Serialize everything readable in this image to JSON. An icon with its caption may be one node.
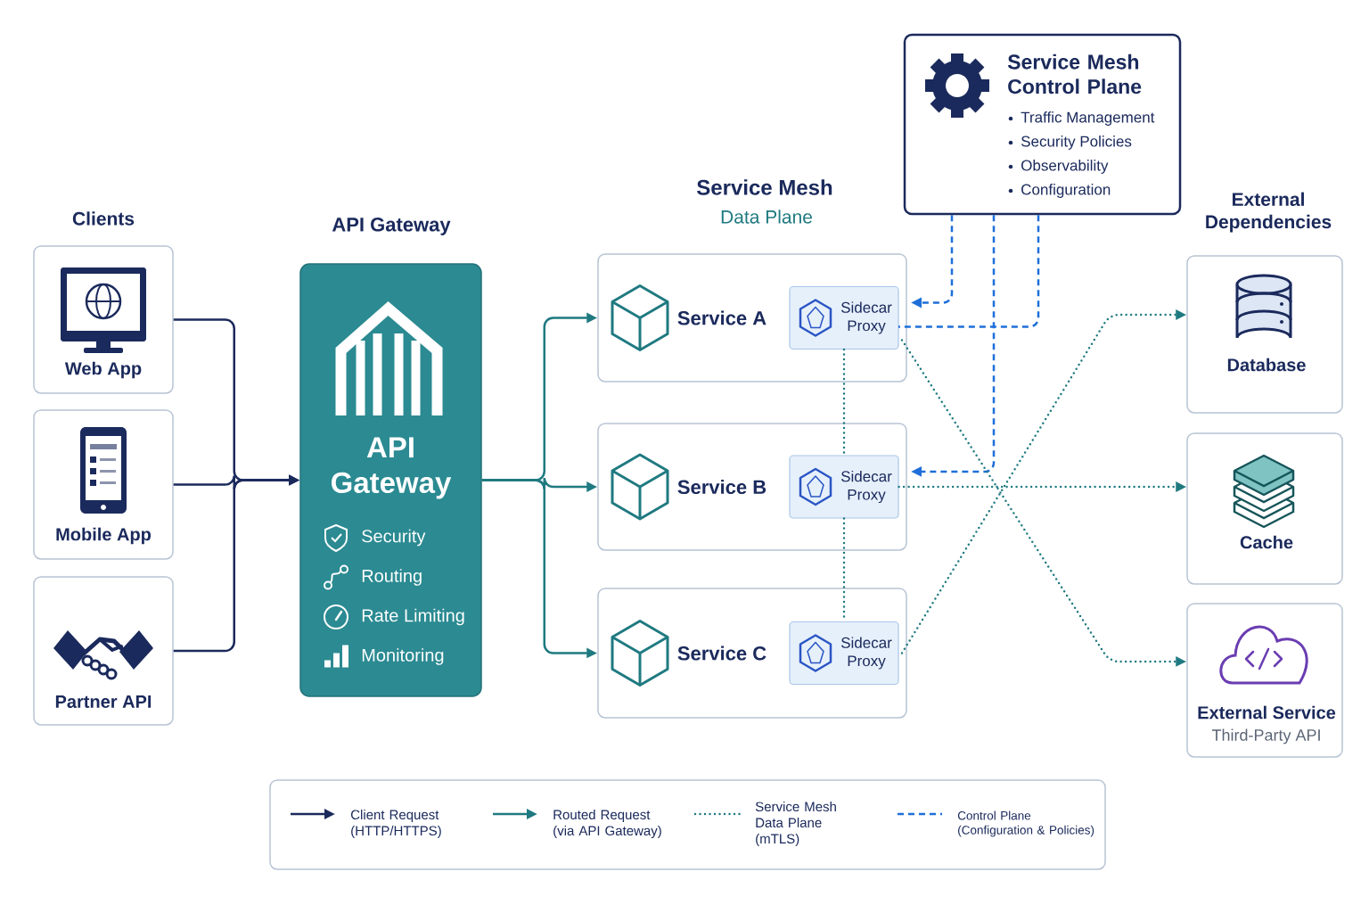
{
  "diagram": {
    "nodes": [
      {
        "text": [
          "Web App"
        ]
      },
      {
        "text": [
          "Mobile App"
        ]
      },
      {
        "text": [
          "Partner API"
        ]
      },
      {
        "text": [
          "API Gateway",
          "Security",
          "Routing",
          "Rate Limiting",
          "Monitoring"
        ]
      },
      {
        "text": [
          "Service A"
        ]
      },
      {
        "text": [
          "Sidecar Proxy"
        ],
        "in": 4
      },
      {
        "text": [
          "Service B"
        ]
      },
      {
        "text": [
          "Sidecar Proxy"
        ],
        "in": 6
      },
      {
        "text": [
          "Service C"
        ]
      },
      {
        "text": [
          "Sidecar Proxy"
        ],
        "in": 8
      },
      {
        "text": [
          "Service Mesh Control Plane",
          "Traffic Management",
          "Security Policies",
          "Observability",
          "Configuration"
        ]
      },
      {
        "text": [
          "Database"
        ]
      },
      {
        "text": [
          "Cache"
        ]
      },
      {
        "text": [
          "External Service",
          "Third-Party API"
        ]
      }
    ],
    "edges": [
      {
        "from": 0,
        "to": 3,
        "arrow": "to",
        "color": "#1b2a5c"
      },
      {
        "from": 1,
        "to": 3,
        "arrow": "to",
        "color": "#1b2a5c"
      },
      {
        "from": 2,
        "to": 3,
        "arrow": "to",
        "color": "#1b2a5c"
      },
      {
        "from": 3,
        "to": 4,
        "arrow": "to"
      },
      {
        "from": 3,
        "to": 6,
        "arrow": "to"
      },
      {
        "from": 3,
        "to": 8,
        "arrow": "to"
      },
      {
        "from": 10,
        "to": 5,
        "arrow": "to",
        "style": "dashed",
        "color": "#1e6fd9"
      },
      {
        "from": 10,
        "to": 7,
        "arrow": "to",
        "style": "dashed",
        "color": "#1e6fd9"
      },
      {
        "from": 10,
        "to": 5,
        "arrow": "none",
        "style": "dashed",
        "color": "#1e6fd9"
      },
      {
        "from": 5,
        "to": 7,
        "arrow": "none",
        "style": "dashed"
      },
      {
        "from": 7,
        "to": 9,
        "arrow": "none",
        "style": "dashed"
      },
      {
        "from": 5,
        "to": 13,
        "arrow": "to",
        "style": "dashed"
      },
      {
        "from": 7,
        "to": 12,
        "arrow": "to",
        "style": "dashed"
      },
      {
        "from": 9,
        "to": 11,
        "arrow": "to",
        "style": "dashed"
      }
    ],
    "labels": [
      "Clients",
      "API Gateway",
      "Service Mesh",
      "Data Plane",
      "External Dependencies"
    ],
    "legend": [
      {
        "text": "Client Request (HTTP/HTTPS)"
      },
      {
        "text": "Routed Request (via API Gateway)"
      },
      {
        "text": "Service Mesh Data Plane (mTLS)"
      },
      {
        "text": "Control Plane (Configuration & Policies)"
      }
    ]
  }
}
